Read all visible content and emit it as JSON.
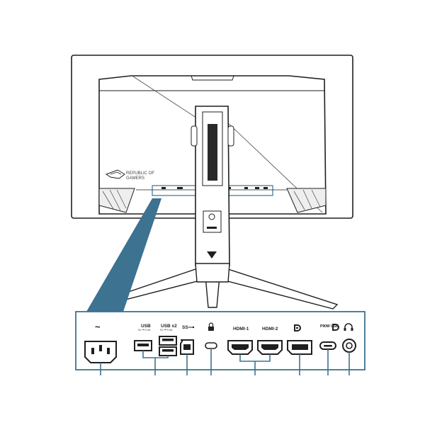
{
  "colors": {
    "accent": "#3d7290",
    "line": "#1f1f1f",
    "background": "#ffffff"
  },
  "monitor": {
    "logo_line1": "REPUBLIC OF",
    "logo_line2": "GAMERS"
  },
  "ports": [
    {
      "id": "ac-power",
      "label": "",
      "sublabel": "",
      "icon": "ac-tilde-icon"
    },
    {
      "id": "usb",
      "label": "USB",
      "sublabel": "5V ⎓ 0.9A",
      "icon": "usb-a-port-icon"
    },
    {
      "id": "usb-x2",
      "label": "USB x2",
      "sublabel": "5V ⎓ 0.9A",
      "icon": "usb-a-double-port-icon"
    },
    {
      "id": "usb-upstream",
      "label": "SS",
      "sublabel": "",
      "icon": "usb-b-port-icon"
    },
    {
      "id": "kensington",
      "label": "",
      "sublabel": "",
      "icon": "lock-icon"
    },
    {
      "id": "hdmi-1",
      "label": "HDMI-1",
      "sublabel": "",
      "icon": "hdmi-port-icon"
    },
    {
      "id": "hdmi-2",
      "label": "HDMI-2",
      "sublabel": "",
      "icon": "hdmi-port-icon"
    },
    {
      "id": "displayport",
      "label": "",
      "sublabel": "",
      "icon": "displayport-icon"
    },
    {
      "id": "usb-c",
      "label": "P90W USB",
      "sublabel": "",
      "icon": "usb-c-port-icon"
    },
    {
      "id": "earphone",
      "label": "",
      "sublabel": "",
      "icon": "headphone-icon"
    }
  ]
}
